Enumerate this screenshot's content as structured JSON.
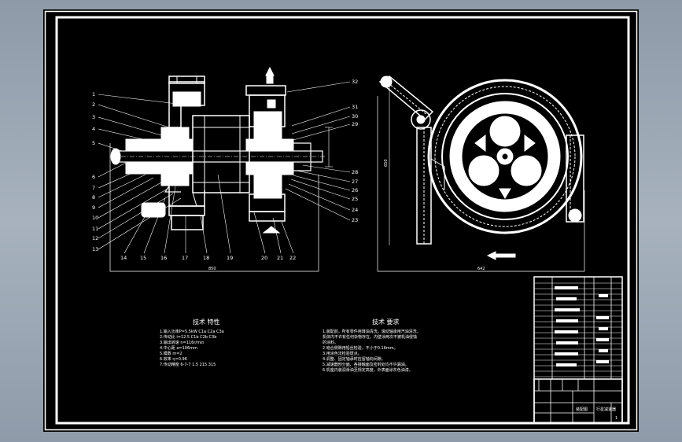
{
  "drawing": {
    "left_balloons": [
      "1",
      "2",
      "3",
      "4",
      "5",
      "6",
      "7",
      "8",
      "9",
      "10",
      "11",
      "12",
      "13"
    ],
    "bottom_balloons": [
      "14",
      "15",
      "16",
      "17",
      "18",
      "19",
      "20",
      "21",
      "22"
    ],
    "right_balloons": [
      "32",
      "31",
      "30",
      "29",
      "28",
      "27",
      "26",
      "25",
      "24",
      "23"
    ],
    "dim_left_width": "850",
    "dim_right_width": "642",
    "dim_right_height": "650"
  },
  "notes_left": {
    "heading": "技术 特性",
    "lines": [
      "1.输入功率P=5.5kW  C1a  C2a  C3a",
      "2.传动比 i=12.5  C1b  C2b  C3b",
      "3.输出转速 n=116r/min",
      "4.中心距 a=106mm",
      "5.模数 m=2",
      "6.效率 η=0.96",
      "7.传动精度 6-7-7  1.5  215  315"
    ]
  },
  "notes_right": {
    "heading": "技术 要求",
    "lines": [
      "1.装配前，所有零件用煤油清洗，滚动轴承用汽油清洗，",
      "  机体内不许有任何杂物存在，内壁涂两次不被机油侵蚀",
      "  的涂料。",
      "2.啮合侧隙用铅丝检验，不小于0.16mm。",
      "3.用涂色法检验斑点。",
      "4.调整、固定轴承时应留轴向间隙。",
      "5.减速器剖分面、各接触面及密封处均不许漏油。",
      "6.机座内装润滑油至规定高度，外表面涂灰色油漆。"
    ]
  },
  "title_block": {
    "drawing_title": "行星减速器",
    "assembly_label": "装配图",
    "sheet": "1"
  },
  "icons": [
    "section-arrow-icon"
  ]
}
